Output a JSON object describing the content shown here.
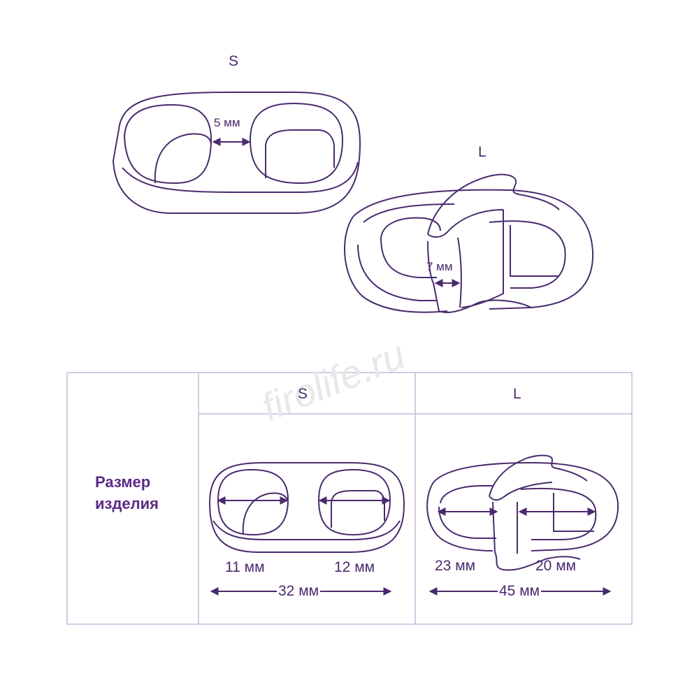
{
  "colors": {
    "stroke": "#4a2a6e",
    "grid": "#c9b8dc",
    "accent": "#5b2a86"
  },
  "top": {
    "s_title": "S",
    "l_title": "L",
    "s_gap": "5 мм",
    "l_gap": "7 мм"
  },
  "watermark": "firolife.ru",
  "table": {
    "row_label": "Размер изделия",
    "col_s": "S",
    "col_l": "L",
    "s": {
      "left_hole": "11 мм",
      "right_hole": "12 мм",
      "total": "32 мм"
    },
    "l": {
      "left_hole": "23 мм",
      "right_hole": "20 мм",
      "total": "45 мм"
    }
  }
}
